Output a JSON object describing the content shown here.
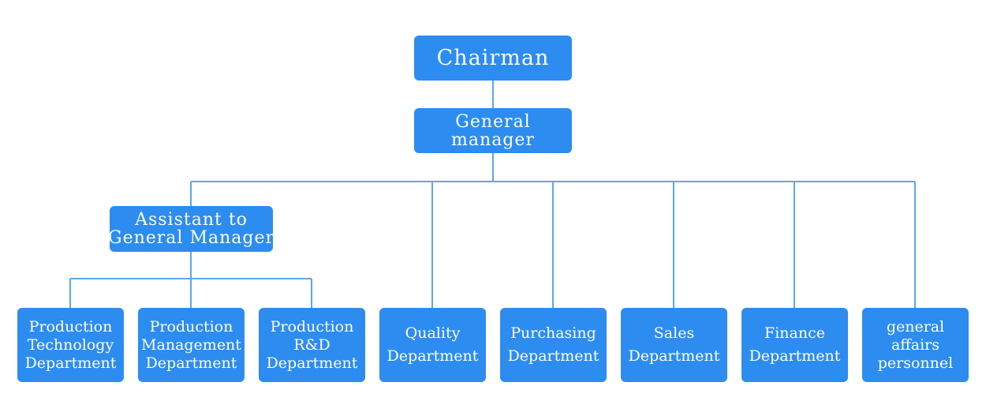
{
  "diagram": {
    "line_color": "#5ea6e8",
    "box_color": "#2d8cf0",
    "text_color": "#ffffff",
    "chairman": {
      "lines": [
        "Chairman"
      ]
    },
    "general_manager": {
      "lines": [
        "General",
        "manager"
      ]
    },
    "assistant": {
      "lines": [
        "Assistant to",
        "General Manager"
      ]
    },
    "departments": [
      {
        "lines": [
          "Production",
          "Technology",
          "Department"
        ]
      },
      {
        "lines": [
          "Production",
          "Management",
          "Department"
        ]
      },
      {
        "lines": [
          "Production",
          "R&D",
          "Department"
        ]
      },
      {
        "lines": [
          "Quality",
          "Department"
        ]
      },
      {
        "lines": [
          "Purchasing",
          "Department"
        ]
      },
      {
        "lines": [
          "Sales",
          "Department"
        ]
      },
      {
        "lines": [
          "Finance",
          "Department"
        ]
      },
      {
        "lines": [
          "general",
          "affairs",
          "personnel"
        ]
      }
    ]
  }
}
